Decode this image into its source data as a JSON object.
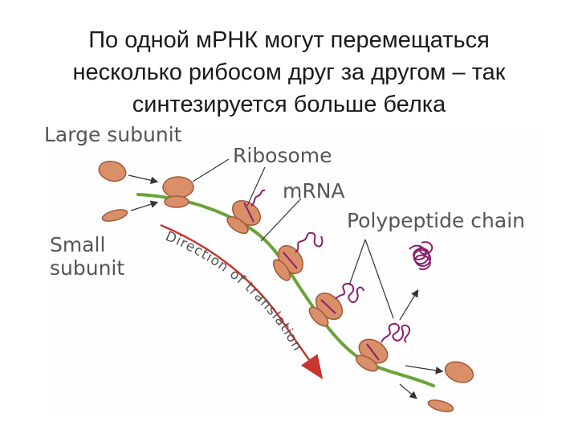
{
  "slide": {
    "title_lines": [
      "По одной мРНК могут перемещаться",
      "несколько рибосом друг за другом – так",
      "синтезируется больше белка"
    ]
  },
  "diagram": {
    "labels": {
      "large_subunit": "Large subunit",
      "ribosome": "Ribosome",
      "mrna": "mRNA",
      "polypeptide_chain": "Polypeptide chain",
      "small_subunit_line1": "Small",
      "small_subunit_line2": "subunit",
      "direction": "Direction of translation"
    },
    "colors": {
      "ribosome_fill": "#d98f68",
      "ribosome_stroke": "#a0593a",
      "mrna": "#6aa33a",
      "polypeptide": "#8c1f6e",
      "direction_arrow": "#c8362d",
      "label_text": "#555555",
      "pointer": "#333333"
    }
  }
}
